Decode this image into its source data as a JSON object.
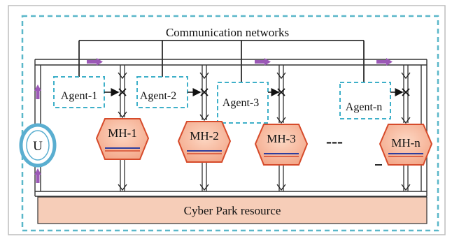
{
  "title": "Communication networks",
  "source": "U",
  "agents": [
    "Agent-1",
    "Agent-2",
    "Agent-3",
    "Agent-n"
  ],
  "hubs": [
    "MH-1",
    "MH-2",
    "MH-3",
    "MH-n"
  ],
  "ellipsis": "---",
  "resource": "Cyber Park resource",
  "colors": {
    "frame_dash": "#5ab7c9",
    "agent_dash": "#3fb0c9",
    "bus_arrow": "#9b59b6",
    "hub_fill": "#f6b79a",
    "hub_stroke": "#d64b2b",
    "resource_fill": "#f6cdb8",
    "source_ring": "#5aaed0"
  }
}
